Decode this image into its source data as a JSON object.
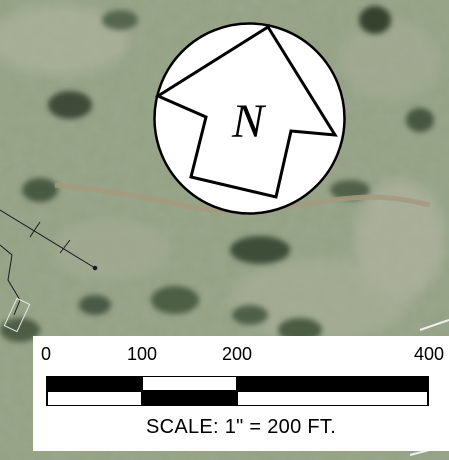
{
  "north_arrow": {
    "letter": "N"
  },
  "scale_bar": {
    "ticks": [
      "0",
      "100",
      "200",
      "400"
    ],
    "caption": "SCALE: 1\" = 200 FT."
  },
  "colors": {
    "terrain": "#8f9a7e",
    "vegetation": "#4f5f45",
    "dark_vegetation": "#34422f",
    "path": "#a49a7f",
    "scale_fill": "#000000",
    "background_panel": "#ffffff"
  }
}
